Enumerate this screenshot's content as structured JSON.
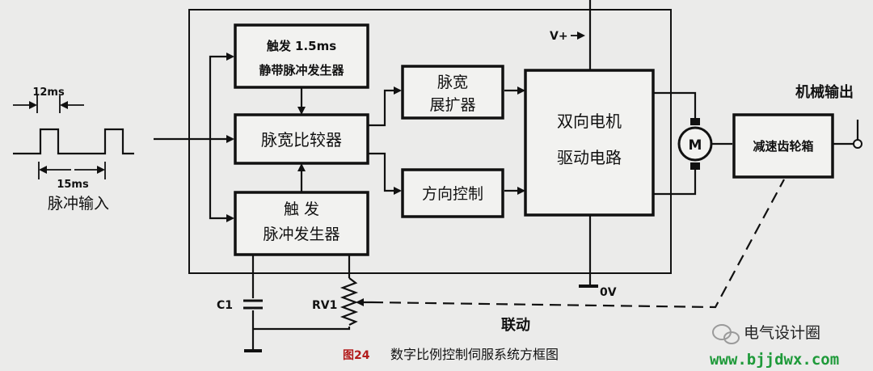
{
  "blocks": {
    "trigger_static_line1": "触发 1.5ms",
    "trigger_static_line2": "静带脉冲发生器",
    "pulse_comparator": "脉宽比较器",
    "trigger_pulse_line1": "触 发",
    "trigger_pulse_line2": "脉冲发生器",
    "pulse_stretcher_line1": "脉宽",
    "pulse_stretcher_line2": "展扩器",
    "direction_control": "方向控制",
    "driver_line1": "双向电机",
    "driver_line2": "驱动电路",
    "gearbox": "减速齿轮箱",
    "motor": "M"
  },
  "labels": {
    "vplus": "V+",
    "zero_v": "0V",
    "c1": "C1",
    "rv1": "RV1",
    "linkage": "联动",
    "mechanical_output": "机械输出",
    "period_top": "12ms",
    "period_bottom": "15ms",
    "pulse_input": "脉冲输入"
  },
  "caption": {
    "figure_number": "图24",
    "title": "数字比例控制伺服系统方框图"
  },
  "watermark": {
    "name": "电气设计圈",
    "url": "www.bjjdwx.com"
  }
}
